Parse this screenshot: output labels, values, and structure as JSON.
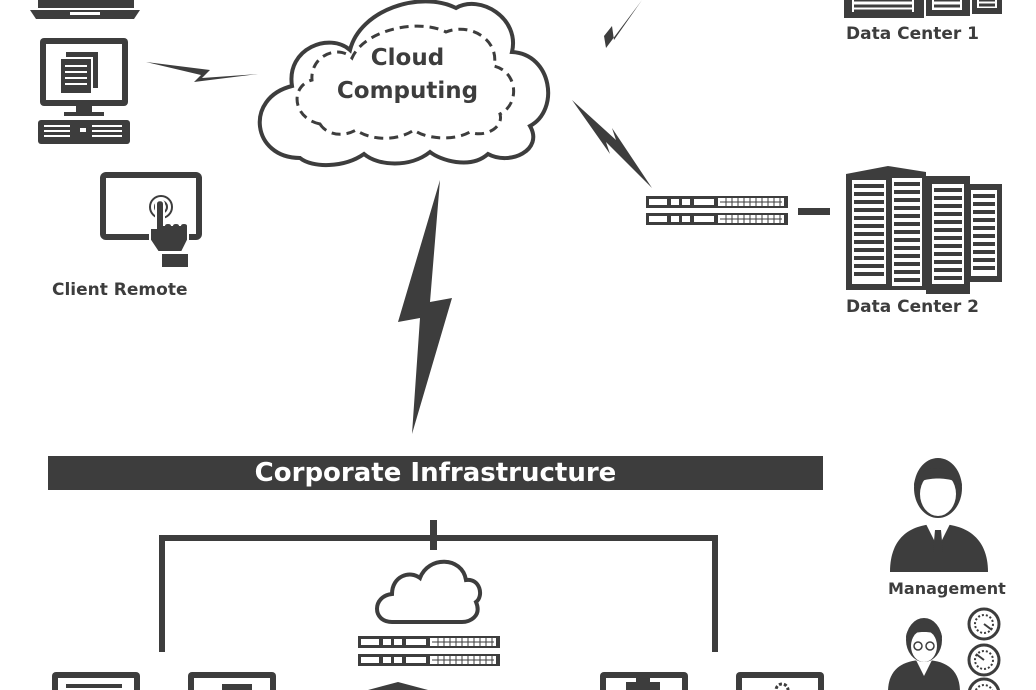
{
  "cloud": {
    "line1": "Cloud",
    "line2": "Computing"
  },
  "labels": {
    "data_center_1": "Data Center 1",
    "data_center_2": "Data Center 2",
    "client_remote": "Client Remote",
    "corporate_infrastructure": "Corporate Infrastructure",
    "management": "Management"
  },
  "colors": {
    "icon": "#3d3d3d",
    "background": "#ffffff"
  },
  "icons": [
    "laptop-icon",
    "desktop-computer-icon",
    "tablet-touch-icon",
    "cloud-icon",
    "lightning-bolt-icon",
    "server-rack-icon",
    "server-unit-icon",
    "businessman-icon",
    "gauge-icon",
    "monitor-icon"
  ]
}
